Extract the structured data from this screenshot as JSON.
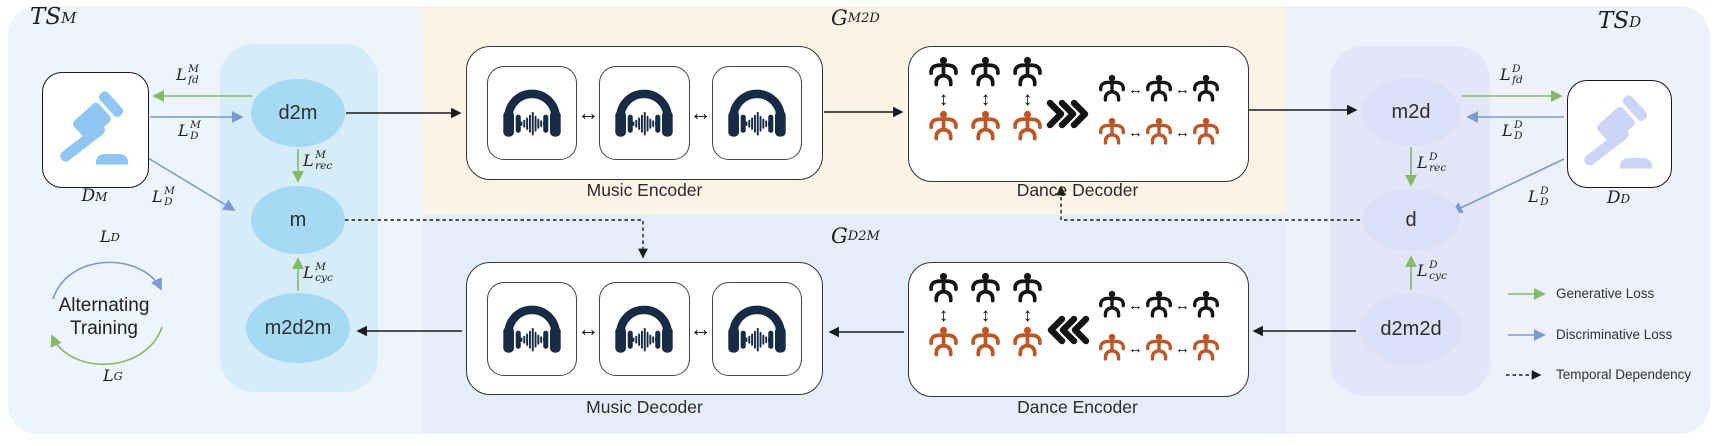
{
  "colors": {
    "generative_loss": "#85b967",
    "discriminative_loss": "#7a9ad1",
    "temporal_dependency": "#1b1b1b",
    "music_node_fill": "#a5d9f4",
    "dance_node_fill": "#dbe0f6",
    "music_panel": "#d7ecf9",
    "dance_panel": "#e2e6f8",
    "music_bg": "#ecf4fc",
    "dance_bg": "#eef1fc",
    "g_m2d_bg": "#fcf3e7",
    "g_d2m_bg": "#e4eefb",
    "music_gavel": "#8fc6f2",
    "dance_gavel": "#cdd5f6",
    "dancer_black": "#151515",
    "dancer_orange": "#bc5727",
    "headphone_navy": "#172a46"
  },
  "icons": {
    "updown_arrow": "↕",
    "leftright_arrow": "↔"
  },
  "left": {
    "title": {
      "base": "TS",
      "sup": "M"
    },
    "disc_label": {
      "base": "D",
      "sub": "M"
    },
    "loss_fd": {
      "base": "L",
      "sup": "M",
      "sub": "fd"
    },
    "loss_d_upper": {
      "base": "L",
      "sup": "M",
      "sub": "D"
    },
    "loss_d_lower": {
      "base": "L",
      "sup": "M",
      "sub": "D"
    },
    "loss_rec": {
      "base": "L",
      "sup": "M",
      "sub": "rec"
    },
    "loss_cyc": {
      "base": "L",
      "sup": "M",
      "sub": "cyc"
    },
    "node_d2m": "d2m",
    "node_m": "m",
    "node_m2d2m": "m2d2m",
    "alt_line1": "Alternating",
    "alt_line2": "Training",
    "alt_loss_d": {
      "base": "L",
      "sub": "D"
    },
    "alt_loss_g": {
      "base": "L",
      "sub": "G"
    }
  },
  "right": {
    "title": {
      "base": "TS",
      "sup": "D"
    },
    "disc_label": {
      "base": "D",
      "sub": "D"
    },
    "loss_fd": {
      "base": "L",
      "sup": "D",
      "sub": "fd"
    },
    "loss_d_upper": {
      "base": "L",
      "sup": "D",
      "sub": "D"
    },
    "loss_d_lower": {
      "base": "L",
      "sup": "D",
      "sub": "D"
    },
    "loss_rec": {
      "base": "L",
      "sup": "D",
      "sub": "rec"
    },
    "loss_cyc": {
      "base": "L",
      "sup": "D",
      "sub": "cyc"
    },
    "node_m2d": "m2d",
    "node_d": "d",
    "node_d2m2d": "d2m2d"
  },
  "center": {
    "g_m2d": {
      "base": "G",
      "sub": "M2D"
    },
    "g_d2m": {
      "base": "G",
      "sub": "D2M"
    },
    "music_encoder": "Music Encoder",
    "dance_decoder": "Dance Decoder",
    "music_decoder": "Music Decoder",
    "dance_encoder": "Dance Encoder"
  },
  "legend": {
    "generative": "Generative Loss",
    "discriminative": "Discriminative Loss",
    "temporal": "Temporal Dependency"
  }
}
